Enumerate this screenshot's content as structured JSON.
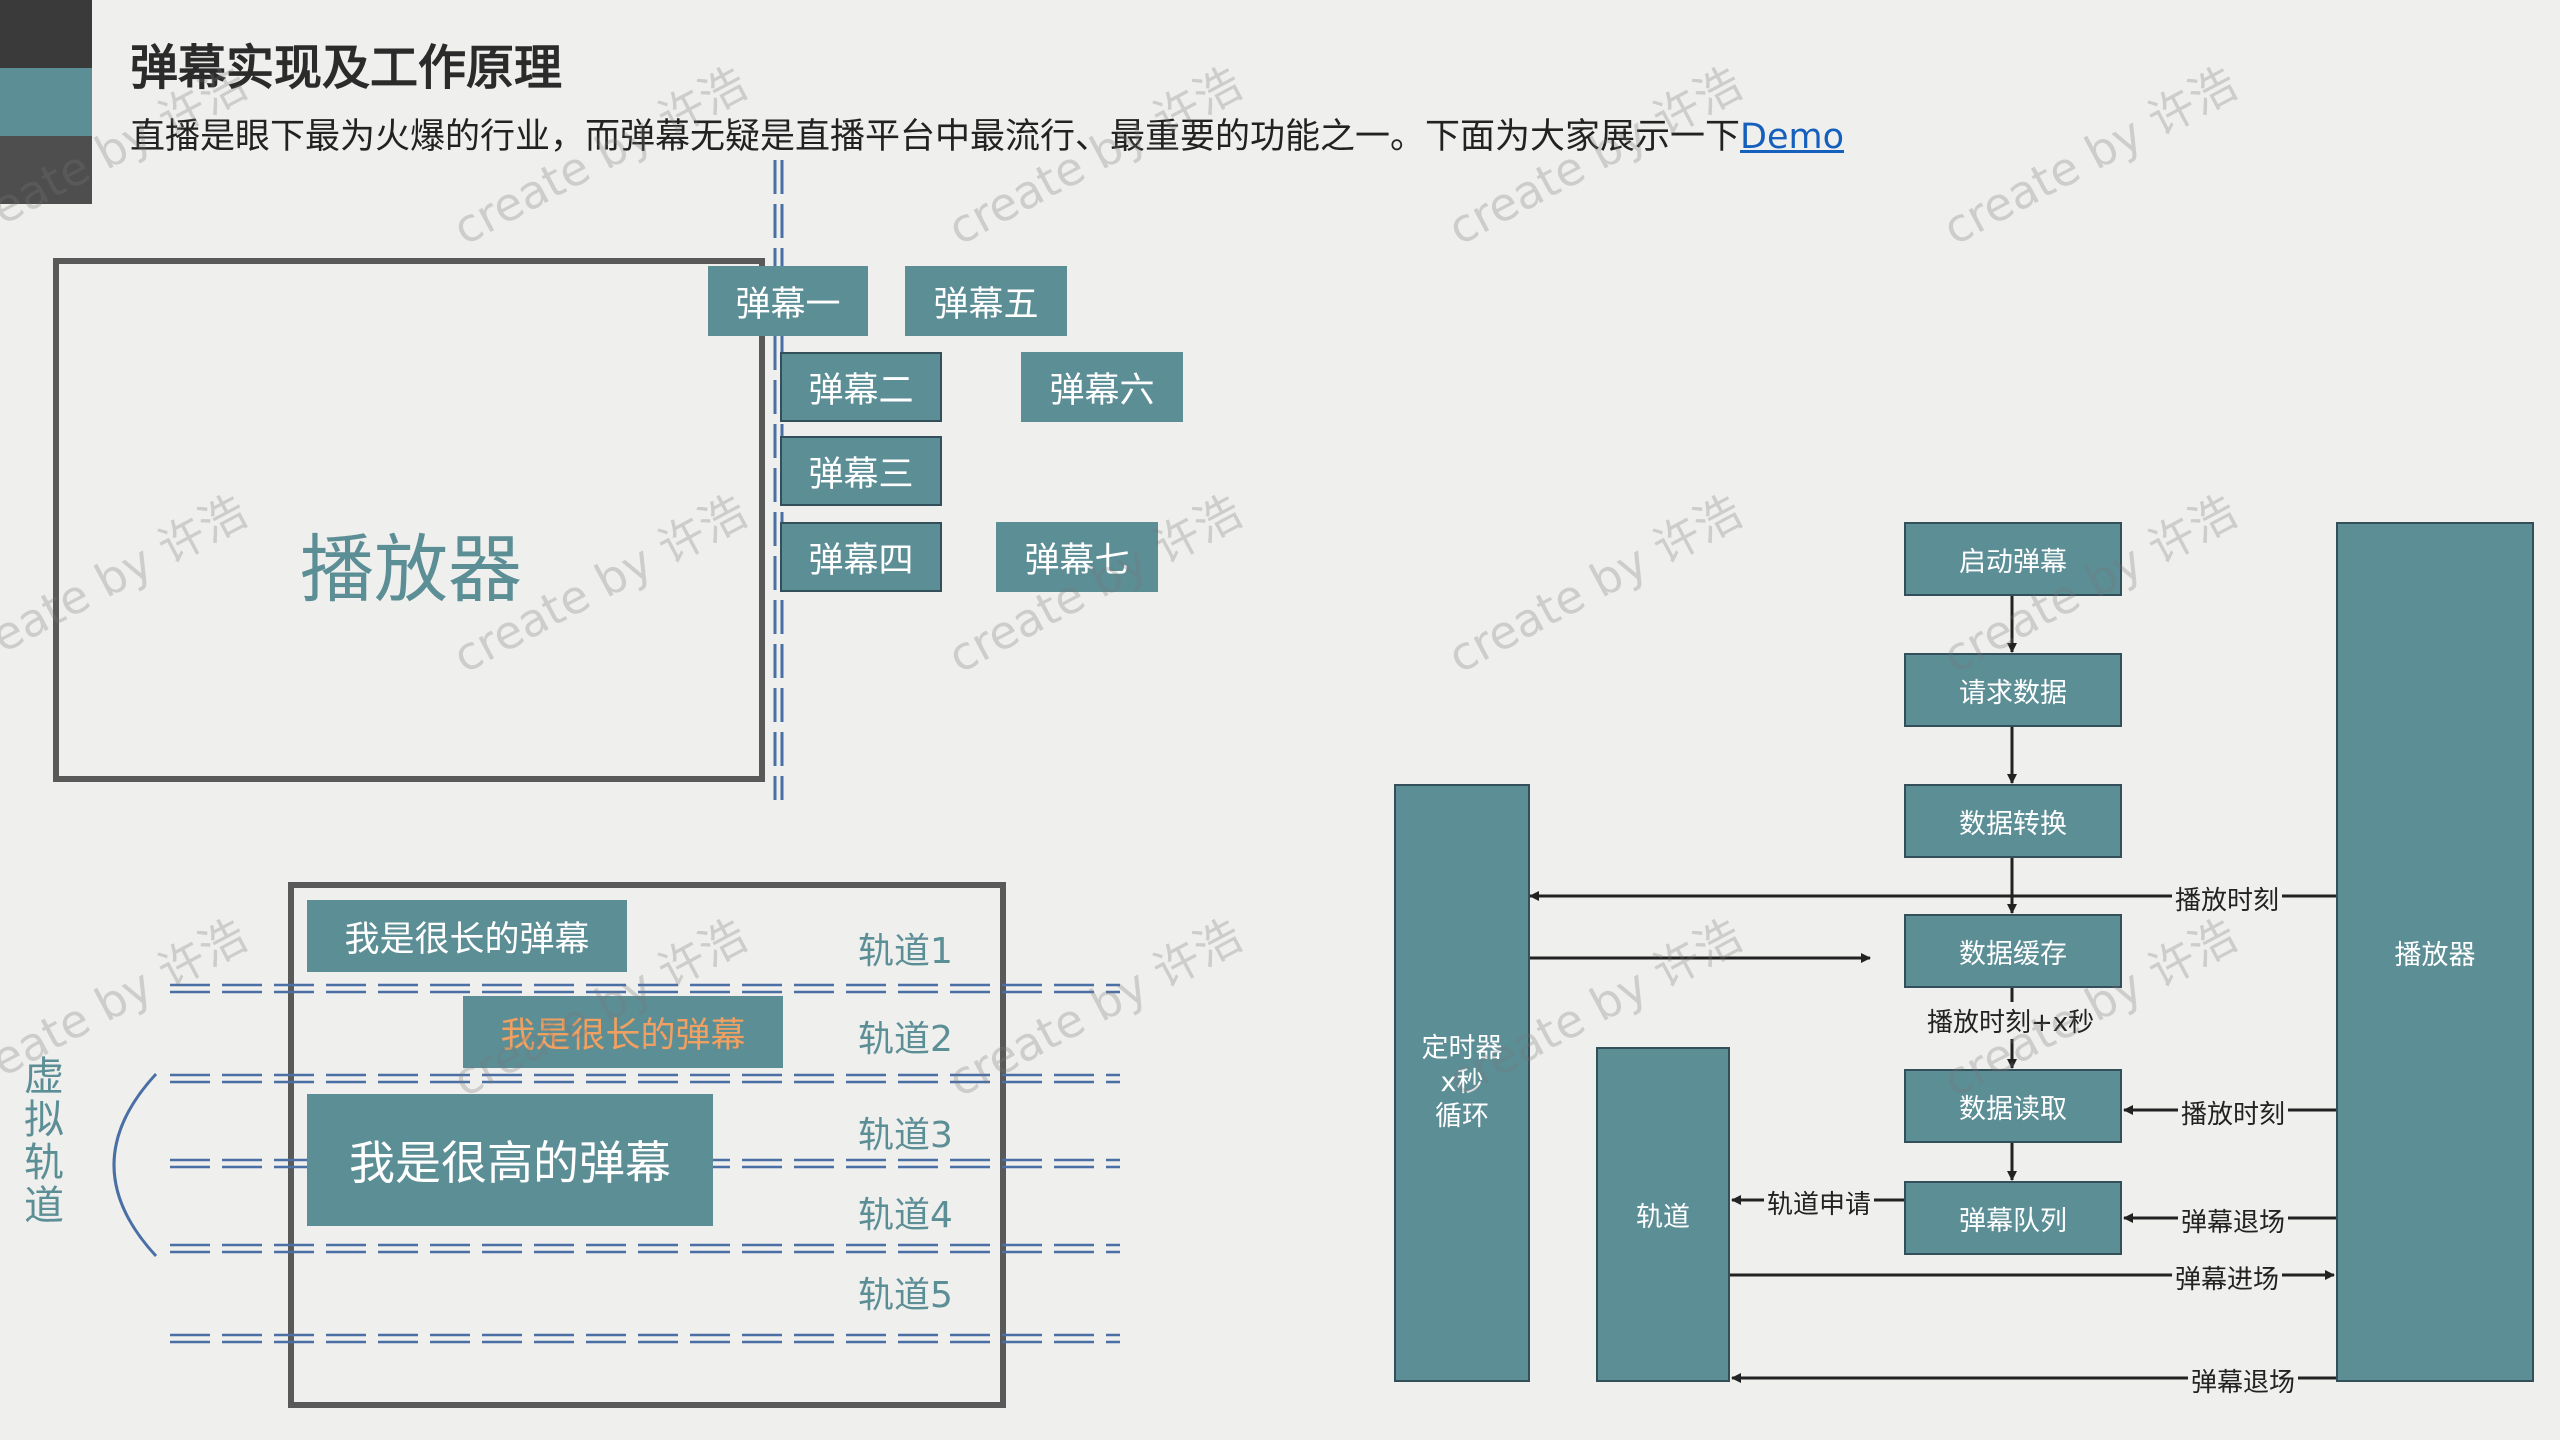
{
  "title": "弹幕实现及工作原理",
  "subtitle": {
    "text": "直播是眼下最为火爆的行业，而弹幕无疑是直播平台中最流行、最重要的功能之一。下面为大家展示一下",
    "link": "Demo"
  },
  "colors": {
    "teal": "#5c8e96",
    "background": "#efefed",
    "dashed_line": "#4a6fa5",
    "highlight": "#f0a060",
    "frame": "#595959"
  },
  "player_demo": {
    "player_label": "播放器",
    "danmaku": [
      "弹幕一",
      "弹幕二",
      "弹幕三",
      "弹幕四",
      "弹幕五",
      "弹幕六",
      "弹幕七"
    ]
  },
  "track_demo": {
    "long_danmaku": "我是很长的弹幕",
    "long_danmaku_2": "我是很长的弹幕",
    "tall_danmaku": "我是很高的弹幕",
    "tracks": [
      "轨道1",
      "轨道2",
      "轨道3",
      "轨道4",
      "轨道5"
    ],
    "virtual_track_label": "虚拟轨道"
  },
  "flowchart": {
    "start": "启动弹幕",
    "request": "请求数据",
    "convert": "数据转换",
    "cache": "数据缓存",
    "read": "数据读取",
    "queue": "弹幕队列",
    "timer_lines": [
      "定时器",
      "x秒",
      "循环"
    ],
    "track": "轨道",
    "player": "播放器",
    "edge_play_time_top": "播放时刻",
    "edge_play_time_plus": "播放时刻+x秒",
    "edge_play_time_read": "播放时刻",
    "edge_track_request": "轨道申请",
    "edge_exit_queue": "弹幕退场",
    "edge_enter": "弹幕进场",
    "edge_exit_bottom": "弹幕退场"
  },
  "watermark": "create by 许浩"
}
